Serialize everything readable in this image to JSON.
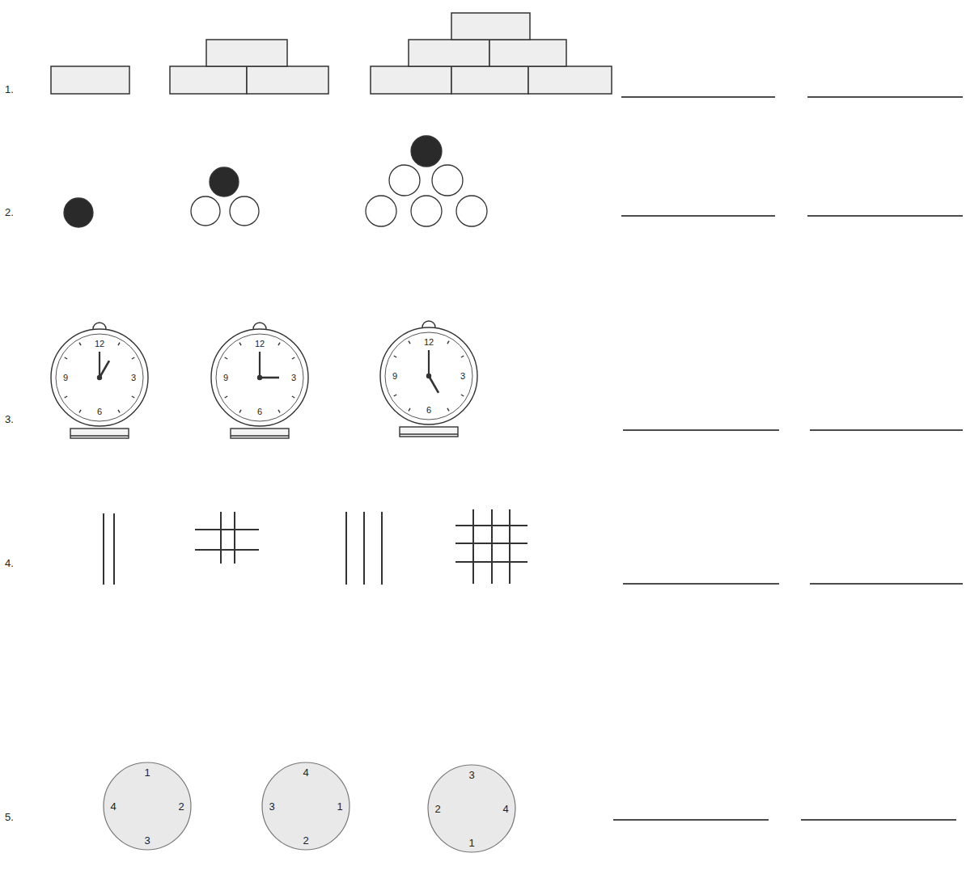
{
  "diagram": {
    "nodes": [
      {
        "text": [
          "12",
          "9",
          "3",
          "6"
        ]
      },
      {
        "text": [
          "12",
          "9",
          "3",
          "6"
        ]
      },
      {
        "text": [
          "12",
          "9",
          "3",
          "6"
        ]
      },
      {
        "text": [
          "1",
          "4",
          "2",
          "3"
        ]
      },
      {
        "text": [
          "4",
          "3",
          "1",
          "2"
        ]
      },
      {
        "text": [
          "3",
          "2",
          "4",
          "1"
        ]
      }
    ],
    "labels": [
      "1.",
      "2.",
      "3.",
      "4.",
      "5."
    ]
  }
}
